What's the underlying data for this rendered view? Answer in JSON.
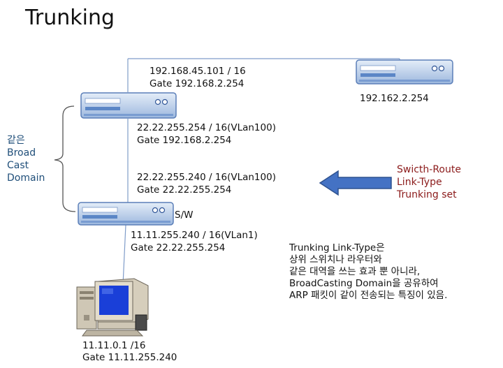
{
  "title": "Trunking",
  "router_top_right": {
    "ip": "192.162.2.254"
  },
  "router_main": {
    "upper_ip": "192.168.45.101  / 16",
    "upper_gate": "Gate 192.168.2.254",
    "lower_ip": "22.22.255.254  / 16(VLan100)",
    "lower_gate": "Gate 192.168.2.254"
  },
  "switch": {
    "upper_ip": "22.22.255.240  / 16(VLan100)",
    "upper_gate": "Gate 22.22.255.254",
    "label": "S/W",
    "lower_ip": "11.11.255.240  / 16(VLan1)",
    "lower_gate": "Gate 22.22.255.254"
  },
  "pc": {
    "ip": "11.11.0.1  /16",
    "gate": "Gate 11.11.255.240"
  },
  "brace_label": [
    "같은",
    "Broad",
    "Cast",
    "Domain"
  ],
  "arrow_label": [
    "Swicth-Route",
    "Link-Type",
    "Trunking set"
  ],
  "description": [
    "Trunking Link-Type은",
    "상위 스위치나 라우터와",
    "같은 대역을 쓰는 효과 뿐 아니라,",
    "BroadCasting Domain을 공유하여",
    "ARP 패킷이 같이 전송되는 특징이 있음."
  ],
  "colors": {
    "device_body": "#b8cde8",
    "device_panel": "#5b86c6",
    "device_dark": "#2f5597",
    "arrow_fill": "#4472c4",
    "arrow_stroke": "#2f528f",
    "blue_text": "#1f4e79",
    "red_text": "#8b1a1a"
  }
}
